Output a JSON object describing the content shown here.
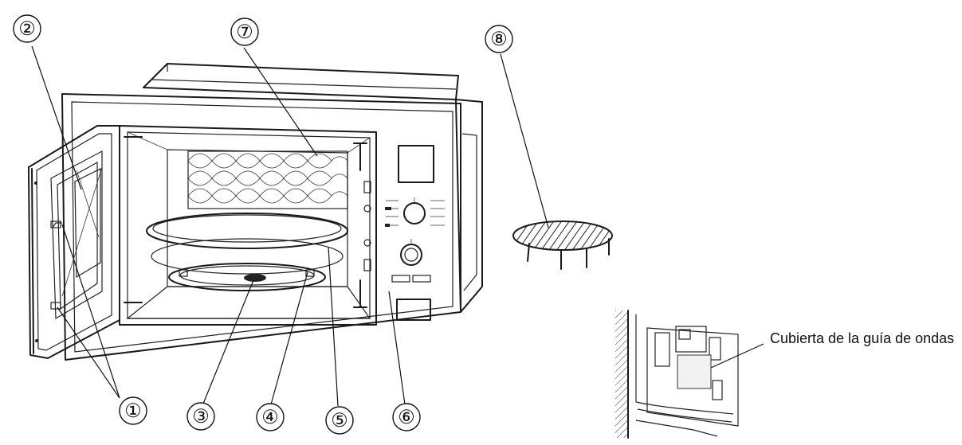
{
  "callouts": [
    {
      "id": "1",
      "label": "①"
    },
    {
      "id": "2",
      "label": "②"
    },
    {
      "id": "3",
      "label": "③"
    },
    {
      "id": "4",
      "label": "④"
    },
    {
      "id": "5",
      "label": "⑤"
    },
    {
      "id": "6",
      "label": "⑥"
    },
    {
      "id": "7",
      "label": "⑦"
    },
    {
      "id": "8",
      "label": "⑧"
    }
  ],
  "inset": {
    "note": "Cubierta de la guía de ondas"
  }
}
